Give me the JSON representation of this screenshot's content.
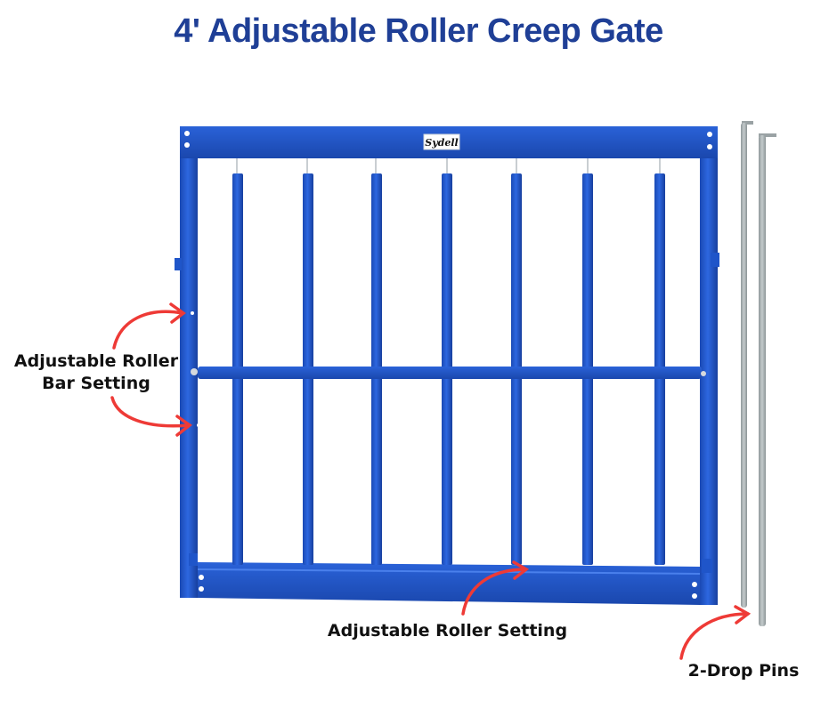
{
  "header": {
    "title": "4' Adjustable Roller Creep Gate"
  },
  "product": {
    "brand_logo": "Sydell",
    "gate_color": "#1f55c9",
    "pin_color": "#a9b1b3",
    "arrow_color": "#ee3a36",
    "vertical_bar_count": 7
  },
  "callouts": {
    "roller_bar_line1": "Adjustable Roller",
    "roller_bar_line2": "Bar Setting",
    "roller_setting": "Adjustable Roller Setting",
    "drop_pins": "2-Drop Pins"
  }
}
